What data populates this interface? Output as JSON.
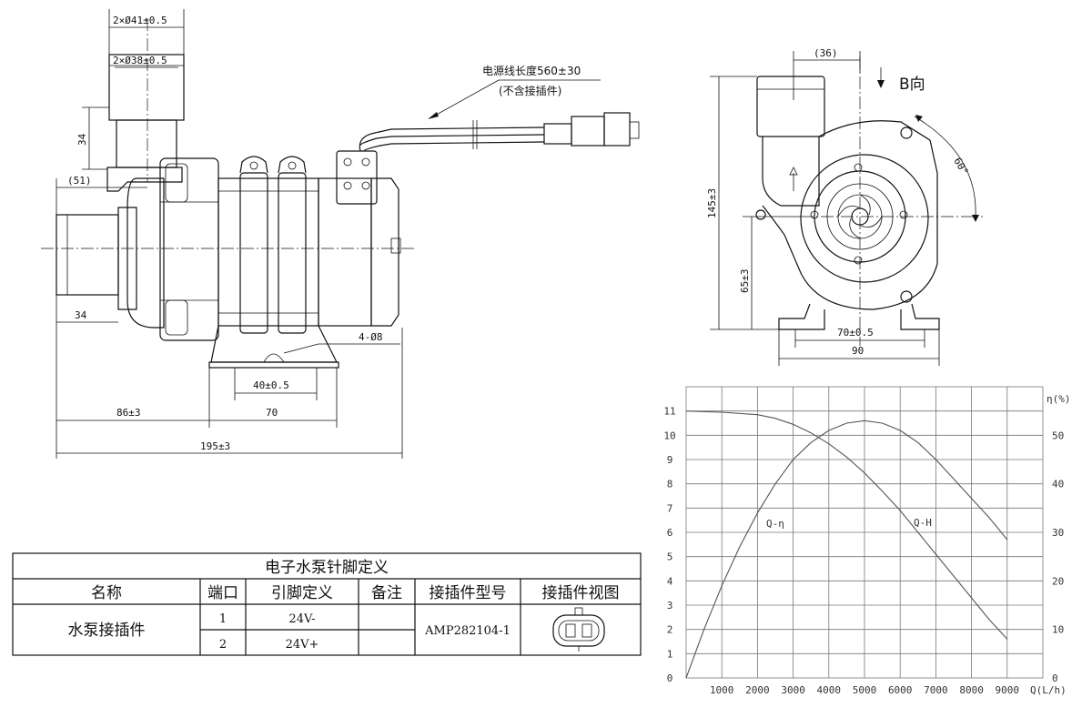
{
  "drawing": {
    "dims": {
      "d41": "2×Ø41±0.5",
      "d38": "2×Ø38±0.5",
      "h34_top": "34",
      "d51": "(51)",
      "h34_left": "34",
      "hole": "4-Ø8",
      "d40": "40±0.5",
      "d86": "86±3",
      "d70": "70",
      "d195": "195±3",
      "d36": "(36)",
      "h145": "145±3",
      "h65": "65±3",
      "w70": "70±0.5",
      "w90": "90",
      "angle": "60°"
    },
    "cable": {
      "line1": "电源线长度560±30",
      "line2": "(不含接插件)"
    },
    "view_label": "B向"
  },
  "pin_table": {
    "title": "电子水泵针脚定义",
    "headers": [
      "名称",
      "端口",
      "引脚定义",
      "备注",
      "接插件型号",
      "接插件视图"
    ],
    "name": "水泵接插件",
    "rows": [
      {
        "port": "1",
        "def": "24V-"
      },
      {
        "port": "2",
        "def": "24V+"
      }
    ],
    "note": "",
    "model": "AMP282104-1"
  },
  "chart_data": {
    "type": "line",
    "xlabel": "Q(L/h)",
    "y2label": "η(%)",
    "xlim": [
      0,
      10000
    ],
    "ylim": [
      0,
      12
    ],
    "y2lim": [
      0,
      60
    ],
    "xticks": [
      "1000",
      "2000",
      "3000",
      "4000",
      "5000",
      "6000",
      "7000",
      "8000",
      "9000"
    ],
    "yticks": [
      "0",
      "1",
      "2",
      "3",
      "4",
      "5",
      "6",
      "7",
      "8",
      "9",
      "10",
      "11"
    ],
    "y2ticks": [
      "0",
      "10",
      "20",
      "30",
      "40",
      "50"
    ],
    "grid": true,
    "series": [
      {
        "name": "Q-H",
        "axis": "left",
        "x": [
          0,
          1000,
          2000,
          2500,
          3000,
          3500,
          4000,
          4500,
          5000,
          5500,
          6000,
          6500,
          7000,
          7500,
          8000,
          8500,
          9000
        ],
        "y": [
          11.0,
          10.95,
          10.85,
          10.7,
          10.45,
          10.1,
          9.65,
          9.1,
          8.45,
          7.7,
          6.9,
          6.0,
          5.1,
          4.2,
          3.3,
          2.4,
          1.6
        ]
      },
      {
        "name": "Q-η",
        "axis": "right",
        "x": [
          0,
          500,
          1000,
          1500,
          2000,
          2500,
          3000,
          3500,
          4000,
          4500,
          5000,
          5500,
          6000,
          6500,
          7000,
          7500,
          8000,
          8500,
          9000
        ],
        "y": [
          0,
          10,
          19,
          27,
          34,
          40,
          45,
          48.5,
          51,
          52.5,
          53,
          52.5,
          51,
          48.5,
          45,
          41,
          37,
          33,
          28.5
        ]
      }
    ]
  }
}
